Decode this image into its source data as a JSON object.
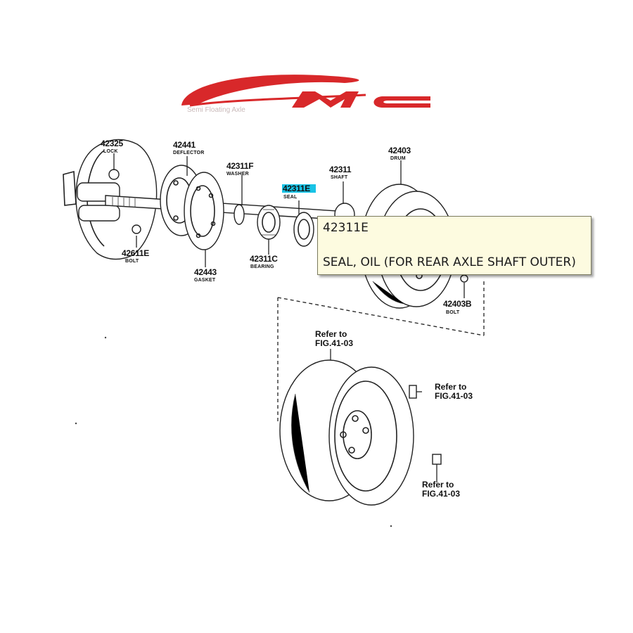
{
  "logo": {
    "text": "MC",
    "subtitle": "Semi Floating Axle",
    "color": "#d8282a"
  },
  "callouts": [
    {
      "id": "lock",
      "code": "42325",
      "desc": "LOCK"
    },
    {
      "id": "deflector",
      "code": "42441",
      "desc": "DEFLECTOR"
    },
    {
      "id": "washer",
      "code": "42311F",
      "desc": "WASHER"
    },
    {
      "id": "seal",
      "code": "42311E",
      "desc": "SEAL",
      "highlight": "#19c3e6"
    },
    {
      "id": "shaft",
      "code": "42311",
      "desc": "SHAFT"
    },
    {
      "id": "drum",
      "code": "42403",
      "desc": "DRUM"
    },
    {
      "id": "bolt-left",
      "code": "42611E",
      "desc": "BOLT"
    },
    {
      "id": "gasket",
      "code": "42443",
      "desc": "GASKET"
    },
    {
      "id": "bearing",
      "code": "42311C",
      "desc": "BEARING"
    },
    {
      "id": "bolt-right",
      "code": "42403B",
      "desc": "BOLT"
    }
  ],
  "references": [
    {
      "id": "wheel-ref",
      "line1": "Refer to",
      "line2": "FIG.41-03"
    },
    {
      "id": "nut-ref",
      "line1": "Refer to",
      "line2": "FIG.41-03"
    },
    {
      "id": "stud-ref",
      "line1": "Refer to",
      "line2": "FIG.41-03"
    }
  ],
  "tooltip": {
    "code": "42311E",
    "description": "SEAL, OIL (FOR REAR AXLE SHAFT OUTER)"
  }
}
